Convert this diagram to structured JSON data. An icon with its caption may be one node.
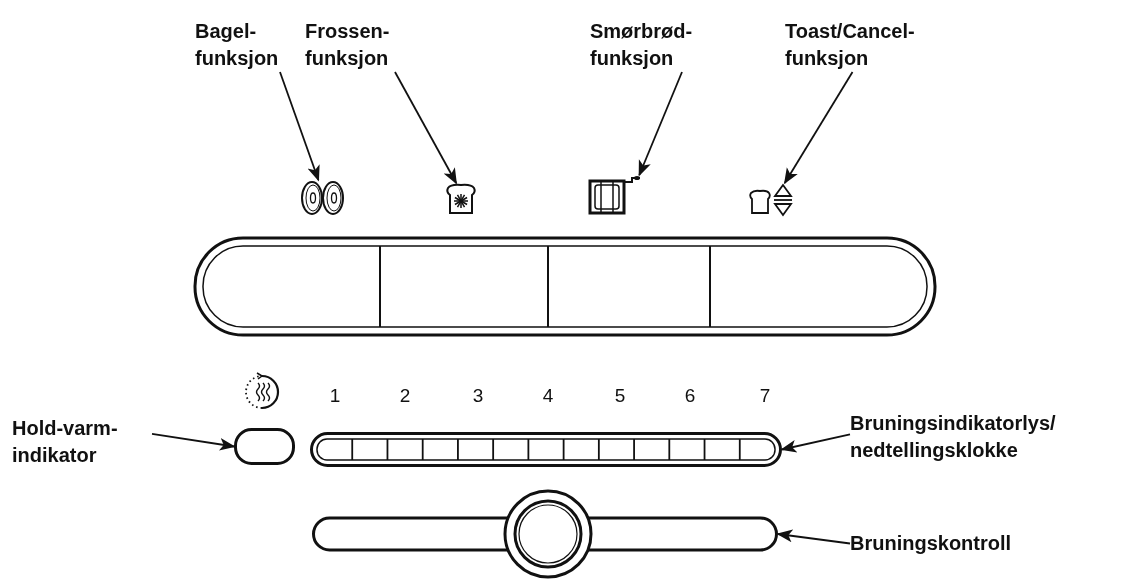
{
  "diagram": {
    "nodes": [
      {
        "text": [
          "Bagel- funksjon"
        ]
      },
      {
        "text": [
          "Frossen- funksjon"
        ]
      },
      {
        "text": [
          "Smørbrød- funksjon"
        ]
      },
      {
        "text": [
          "Toast/Cancel- funksjon"
        ]
      },
      {
        "text": [],
        "shape": "picture"
      },
      {
        "text": [],
        "shape": "picture"
      },
      {
        "text": [],
        "shape": "picture"
      },
      {
        "text": [],
        "shape": "picture"
      },
      {
        "text": [
          "Hold-varm- indikator"
        ]
      },
      {
        "text": [],
        "shape": "box"
      },
      {
        "text": [
          "Bruningsindikatorlys/ nedtellingsklokke"
        ]
      },
      {
        "text": [],
        "shape": "bar"
      },
      {
        "text": [
          "Bruningskontroll"
        ]
      },
      {
        "text": [],
        "shape": "bar"
      }
    ],
    "edges": [
      {
        "from": 0,
        "to": 4,
        "arrow": "to"
      },
      {
        "from": 1,
        "to": 5,
        "arrow": "to"
      },
      {
        "from": 2,
        "to": 6,
        "arrow": "to"
      },
      {
        "from": 3,
        "to": 7,
        "arrow": "to"
      },
      {
        "from": 8,
        "to": 9,
        "arrow": "to"
      },
      {
        "from": 10,
        "to": 11,
        "arrow": "to"
      },
      {
        "from": 12,
        "to": 13,
        "arrow": "to"
      }
    ],
    "labels": [
      "1",
      "2",
      "3",
      "4",
      "5",
      "6",
      "7"
    ]
  }
}
